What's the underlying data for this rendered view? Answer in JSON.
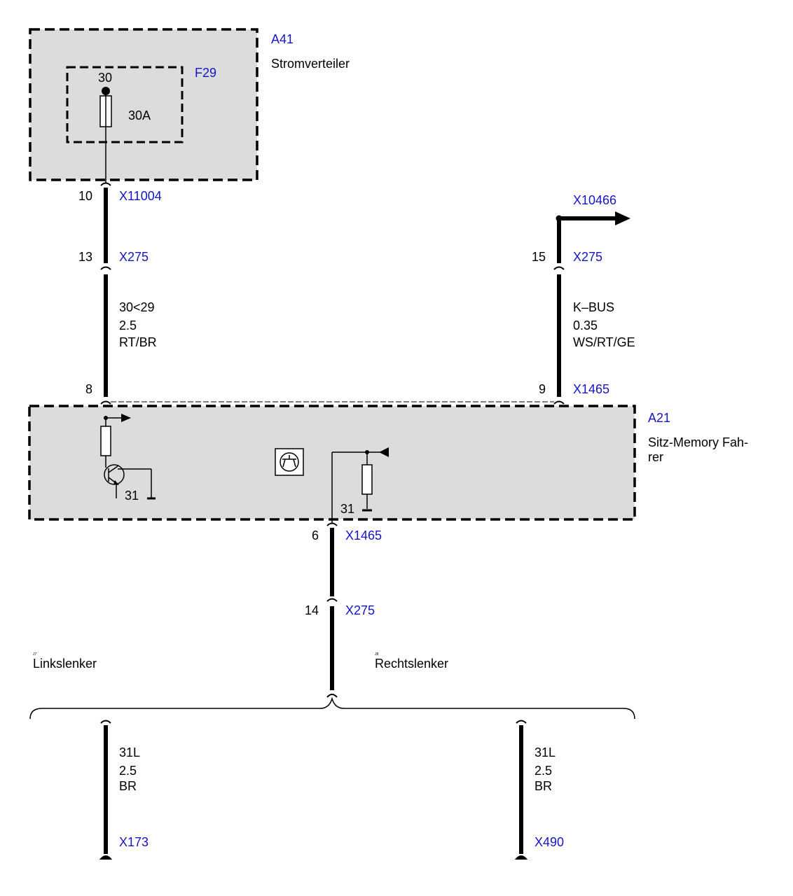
{
  "colors": {
    "reference_blue": "#1515c8",
    "module_fill": "#dcdcdc",
    "wire": "#000000",
    "background": "#ffffff"
  },
  "a41": {
    "ref": "A41",
    "name": "Stromverteiler",
    "fuse_ref": "F29",
    "fuse_terminal": "30",
    "fuse_rating": "30A"
  },
  "wire_left": {
    "pin_a41": "10",
    "conn_a41": "X11004",
    "pin_x275": "13",
    "conn_x275": "X275",
    "signal": "30<29",
    "gauge": "2.5",
    "color": "RT/BR",
    "pin_a21": "8",
    "conn_a21_note": ""
  },
  "wire_right": {
    "dest_conn": "X10466",
    "pin_x275": "15",
    "conn_x275": "X275",
    "signal": "K–BUS",
    "gauge": "0.35",
    "color": "WS/RT/GE",
    "pin_a21": "9",
    "conn_a21": "X1465"
  },
  "a21": {
    "ref": "A21",
    "name_line1": "Sitz-Memory Fah-",
    "name_line2": "rer",
    "ground_left": "31",
    "ground_right": "31"
  },
  "wire_ground": {
    "pin_a21": "6",
    "conn_a21": "X1465",
    "pin_x275": "14",
    "conn_x275": "X275"
  },
  "variants": {
    "left_marker": "J7",
    "left": "Linkslenker",
    "right_marker": "J8",
    "right": "Rechtslenker"
  },
  "ground_left_wire": {
    "signal": "31L",
    "gauge": "2.5",
    "color": "BR",
    "ground_point": "X173"
  },
  "ground_right_wire": {
    "signal": "31L",
    "gauge": "2.5",
    "color": "BR",
    "ground_point": "X490"
  }
}
